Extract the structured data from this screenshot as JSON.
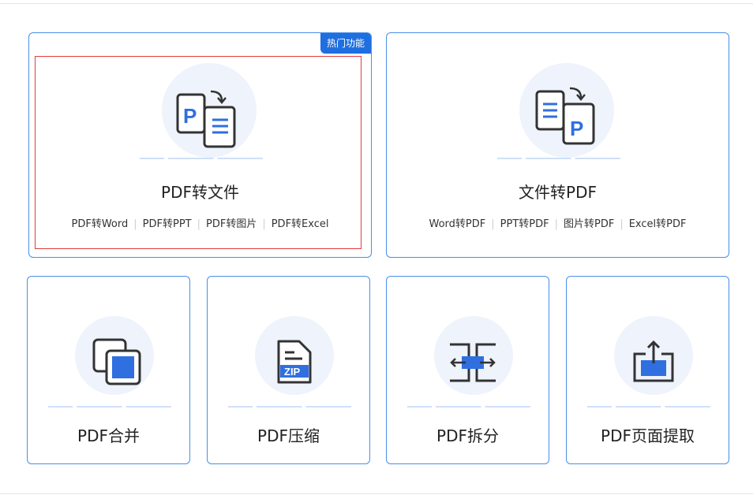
{
  "pdf_to_file": {
    "badge": "热门功能",
    "title": "PDF转文件",
    "links": [
      "PDF转Word",
      "PDF转PPT",
      "PDF转图片",
      "PDF转Excel"
    ]
  },
  "file_to_pdf": {
    "title": "文件转PDF",
    "links": [
      "Word转PDF",
      "PPT转PDF",
      "图片转PDF",
      "Excel转PDF"
    ]
  },
  "tools": [
    {
      "title": "PDF合并",
      "icon": "merge-icon"
    },
    {
      "title": "PDF压缩",
      "icon": "zip-icon"
    },
    {
      "title": "PDF拆分",
      "icon": "split-icon"
    },
    {
      "title": "PDF页面提取",
      "icon": "extract-icon"
    }
  ],
  "colors": {
    "accent": "#2f6fe0",
    "border": "#4a8fe7",
    "badge": "#1f6fe0"
  }
}
